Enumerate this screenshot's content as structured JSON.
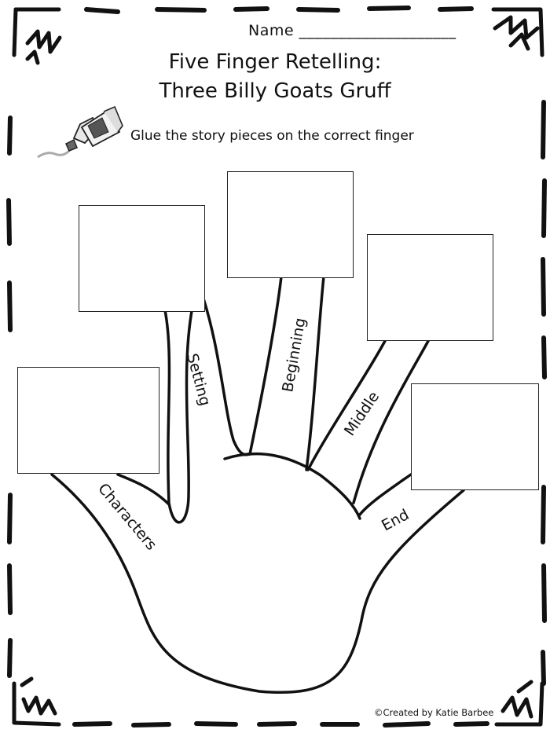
{
  "header": {
    "name_label": "Name ____________________"
  },
  "title": {
    "line1": "Five Finger Retelling:",
    "line2": "Three Billy Goats Gruff"
  },
  "instruction": "Glue the story pieces on the correct finger",
  "fingers": {
    "characters": "Characters",
    "setting": "Setting",
    "beginning": "Beginning",
    "middle": "Middle",
    "end": "End"
  },
  "icons": {
    "glue": "glue-bottle-icon",
    "corner": "scribble-corner-icon"
  },
  "credit": "©Created by Katie Barbee"
}
